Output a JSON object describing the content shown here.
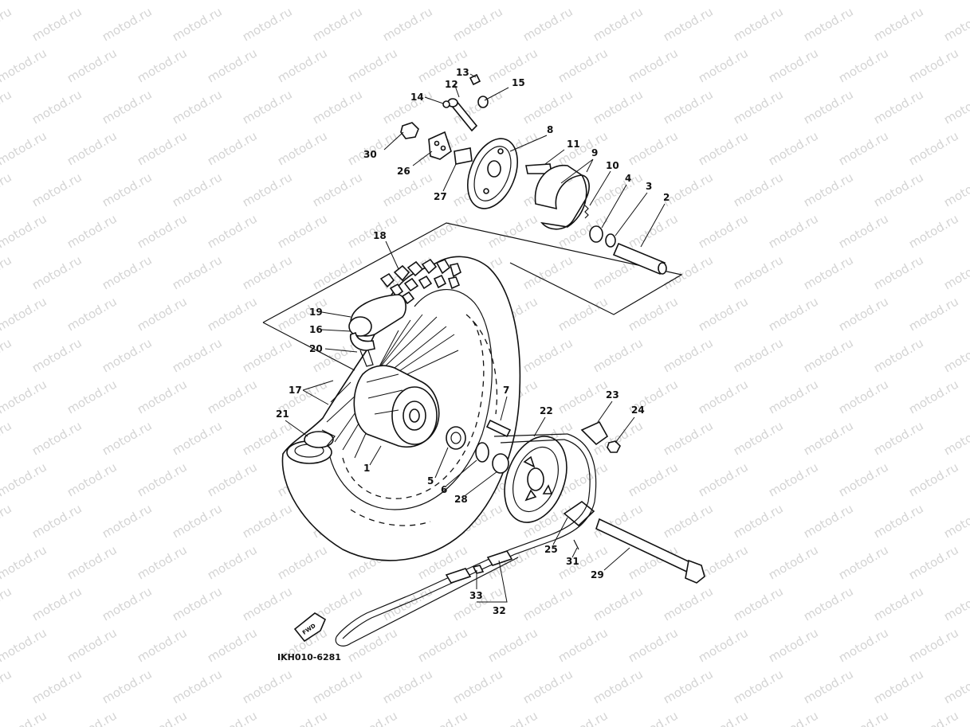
{
  "watermark": "motod.ru",
  "diagram_code": "IKH010-6281",
  "fwd_text": "FWD",
  "part_numbers": [
    "1",
    "2",
    "3",
    "4",
    "5",
    "6",
    "7",
    "8",
    "9",
    "10",
    "11",
    "12",
    "13",
    "14",
    "15",
    "16",
    "17",
    "18",
    "19",
    "20",
    "21",
    "22",
    "23",
    "24",
    "25",
    "26",
    "27",
    "28",
    "29",
    "30",
    "31",
    "32",
    "33"
  ]
}
